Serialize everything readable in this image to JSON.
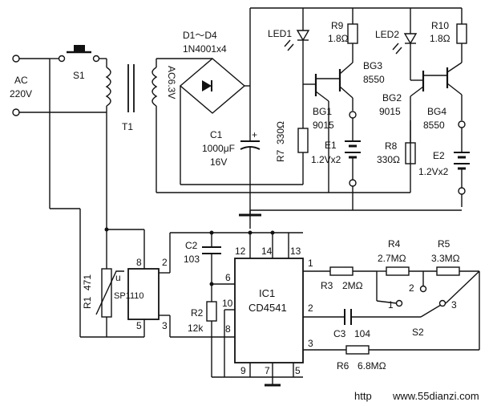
{
  "labels": {
    "ac": "AC",
    "ac_v": "220V",
    "s1": "S1",
    "t1": "T1",
    "t1_v": "AC6.3V",
    "d_name": "D1～D4",
    "d_part": "1N4001x4",
    "c1": "C1",
    "c1_v": "1000μF",
    "c1_v2": "16V",
    "led1": "LED1",
    "r9": "R9",
    "r9_v": "1.8Ω",
    "bg3": "BG3",
    "bg3_v": "8550",
    "led2": "LED2",
    "r10": "R10",
    "r10_v": "1.8Ω",
    "bg1": "BG1",
    "bg1_v": "9015",
    "bg2": "BG2",
    "bg2_v": "9015",
    "bg4": "BG4",
    "bg4_v": "8550",
    "r7": "R7",
    "r7_v": "330Ω",
    "e1": "E1",
    "e1_v": "1.2Vx2",
    "r8": "R8",
    "r8_v": "330Ω",
    "e2": "E2",
    "e2_v": "1.2Vx2",
    "c2": "C2",
    "c2_v": "103",
    "r1": "R1",
    "r1_v": "471",
    "u": "u",
    "sp": "SP1110",
    "r2": "R2",
    "r2_v": "12k",
    "ic1": "IC1",
    "ic1_v": "CD4541",
    "r4": "R4",
    "r4_v": "2.7MΩ",
    "r5": "R5",
    "r5_v": "3.3MΩ",
    "r3": "R3",
    "r3_v": "2MΩ",
    "s2": "S2",
    "c3": "C3",
    "c3_v": "104",
    "r6": "R6",
    "r6_v": "6.8MΩ",
    "watermark_left": "http",
    "watermark_right": "www.55dianzi.com"
  },
  "pins": {
    "sp_8": "8",
    "sp_2": "2",
    "sp_5": "5",
    "sp_3": "3",
    "ic_12": "12",
    "ic_14": "14",
    "ic_13": "13",
    "ic_6": "6",
    "ic_10": "10",
    "ic_8": "8",
    "ic_9": "9",
    "ic_7": "7",
    "ic_5": "5",
    "ic_1": "1",
    "ic_2": "2",
    "ic_3": "3",
    "s2_1": "1",
    "s2_2": "2",
    "s2_3": "3"
  }
}
